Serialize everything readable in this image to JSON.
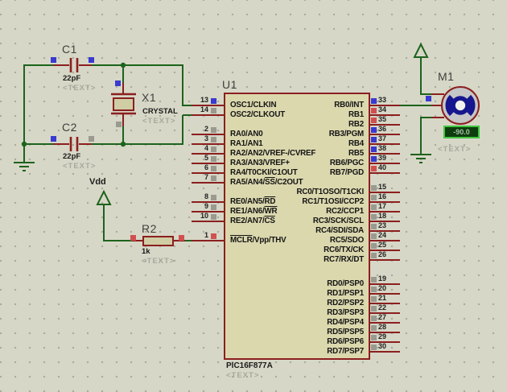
{
  "colors": {
    "background": "#d7d7c7",
    "wire_green": "#1d631d",
    "component_outline_red": "#8b1f1f",
    "chip_fill": "#dbd8ae",
    "pin_state_blue": "#3a3ad0",
    "pin_state_red": "#d05050",
    "pin_state_gray": "#9a9a90",
    "display_border": "#41c541",
    "display_background": "#0d3d0d",
    "display_text_color": "#a9bfa9",
    "placeholder_text_color": "#a8a89c"
  },
  "ic": {
    "ref": "U1",
    "part": "PIC16F877A",
    "placeholder": "<TEXT>",
    "left_pins": [
      {
        "num": "13",
        "name": "OSC1/CLKIN",
        "row": 0,
        "state": "blue"
      },
      {
        "num": "14",
        "name": "OSC2/CLKOUT",
        "row": 1,
        "state": "gray"
      },
      {
        "num": "2",
        "name": "RA0/AN0",
        "row": 3,
        "state": "gray"
      },
      {
        "num": "3",
        "name": "RA1/AN1",
        "row": 4,
        "state": "gray"
      },
      {
        "num": "4",
        "name": "RA2/AN2/VREF-/CVREF",
        "row": 5,
        "state": "gray"
      },
      {
        "num": "5",
        "name": "RA3/AN3/VREF+",
        "row": 6,
        "state": "gray"
      },
      {
        "num": "6",
        "name": "RA4/T0CKI/C1OUT",
        "row": 7,
        "state": "gray"
      },
      {
        "num": "7",
        "name": "RA5/AN4/|SS|/C2OUT",
        "row": 8,
        "state": "gray"
      },
      {
        "num": "8",
        "name": "RE0/AN5/|RD|",
        "row": 10,
        "state": "gray"
      },
      {
        "num": "9",
        "name": "RE1/AN6/|WR|",
        "row": 11,
        "state": "gray"
      },
      {
        "num": "10",
        "name": "RE2/AN7/|CS|",
        "row": 12,
        "state": "gray"
      },
      {
        "num": "1",
        "name": "|MCLR|/Vpp/THV",
        "row": 14,
        "state": "red"
      }
    ],
    "right_pins": [
      {
        "num": "33",
        "name": "RB0/INT",
        "row": 0,
        "state": "blue"
      },
      {
        "num": "34",
        "name": "RB1",
        "row": 1,
        "state": "red"
      },
      {
        "num": "35",
        "name": "RB2",
        "row": 2,
        "state": "red"
      },
      {
        "num": "36",
        "name": "RB3/PGM",
        "row": 3,
        "state": "blue"
      },
      {
        "num": "37",
        "name": "RB4",
        "row": 4,
        "state": "blue"
      },
      {
        "num": "38",
        "name": "RB5",
        "row": 5,
        "state": "blue"
      },
      {
        "num": "39",
        "name": "RB6/PGC",
        "row": 6,
        "state": "blue"
      },
      {
        "num": "40",
        "name": "RB7/PGD",
        "row": 7,
        "state": "red"
      },
      {
        "num": "15",
        "name": "RC0/T1OSO/T1CKI",
        "row": 9,
        "state": "gray"
      },
      {
        "num": "16",
        "name": "RC1/T1OSI/CCP2",
        "row": 10,
        "state": "gray"
      },
      {
        "num": "17",
        "name": "RC2/CCP1",
        "row": 11,
        "state": "gray"
      },
      {
        "num": "18",
        "name": "RC3/SCK/SCL",
        "row": 12,
        "state": "gray"
      },
      {
        "num": "23",
        "name": "RC4/SDI/SDA",
        "row": 13,
        "state": "gray"
      },
      {
        "num": "24",
        "name": "RC5/SDO",
        "row": 14,
        "state": "gray"
      },
      {
        "num": "25",
        "name": "RC6/TX/CK",
        "row": 15,
        "state": "gray"
      },
      {
        "num": "26",
        "name": "RC7/RX/DT",
        "row": 16,
        "state": "gray"
      },
      {
        "num": "19",
        "name": "RD0/PSP0",
        "row": 18.5,
        "state": "gray"
      },
      {
        "num": "20",
        "name": "RD1/PSP1",
        "row": 19.5,
        "state": "gray"
      },
      {
        "num": "21",
        "name": "RD2/PSP2",
        "row": 20.5,
        "state": "gray"
      },
      {
        "num": "22",
        "name": "RD3/PSP3",
        "row": 21.5,
        "state": "gray"
      },
      {
        "num": "27",
        "name": "RD4/PSP4",
        "row": 22.5,
        "state": "gray"
      },
      {
        "num": "28",
        "name": "RD5/PSP5",
        "row": 23.5,
        "state": "gray"
      },
      {
        "num": "29",
        "name": "RD6/PSP6",
        "row": 24.5,
        "state": "gray"
      },
      {
        "num": "30",
        "name": "RD7/PSP7",
        "row": 25.5,
        "state": "gray"
      }
    ]
  },
  "components": {
    "c1": {
      "ref": "C1",
      "value": "22pF",
      "placeholder": "<TEXT>"
    },
    "c2": {
      "ref": "C2",
      "value": "22pF",
      "placeholder": "<TEXT>"
    },
    "x1": {
      "ref": "X1",
      "value": "CRYSTAL",
      "placeholder": "<TEXT>"
    },
    "r2": {
      "ref": "R2",
      "value": "1k",
      "placeholder": "<TEXT>"
    },
    "m1": {
      "ref": "M1",
      "angle_display": "-90.0",
      "placeholder": "<TEXT>"
    },
    "power": {
      "vdd_label": "Vdd"
    }
  }
}
